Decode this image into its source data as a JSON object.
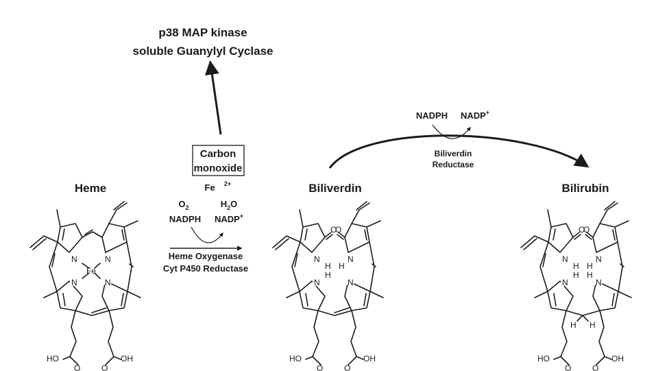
{
  "targets": {
    "line1": "p38 MAP kinase",
    "line2": "soluble Guanylyl Cyclase"
  },
  "co_box": {
    "line1": "Carbon",
    "line2": "monoxide"
  },
  "iron": {
    "symbol": "Fe",
    "charge": "2+"
  },
  "step1": {
    "reactant1": "O",
    "reactant1_sub": "2",
    "reactant2": "NADPH",
    "product1": "H",
    "product1_sub": "2",
    "product1_tail": "O",
    "product2": "NADP",
    "product2_sup": "+",
    "enzyme1": "Heme Oxygenase",
    "enzyme2": "Cyt P450 Reductase"
  },
  "step2": {
    "cofactor_in": "NADPH",
    "cofactor_out": "NADP",
    "cofactor_out_sup": "+",
    "enzyme1": "Biliverdin",
    "enzyme2": "Reductase"
  },
  "molecules": {
    "heme": "Heme",
    "biliverdin": "Biliverdin",
    "bilirubin": "Bilirubin"
  },
  "atoms": {
    "fe": "Fe",
    "n": "N",
    "o": "O",
    "h": "H",
    "cooh_left": "HO",
    "cooh_right": "OH"
  }
}
